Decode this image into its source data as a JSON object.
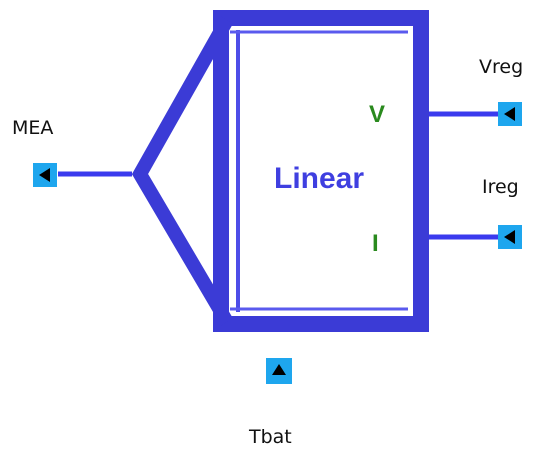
{
  "block": {
    "title": "Linear",
    "pin_v": "V",
    "pin_i": "I"
  },
  "ports": {
    "mea": "MEA",
    "vreg": "Vreg",
    "ireg": "Ireg",
    "tbat": "Tbat"
  },
  "colors": {
    "block_stroke": "#3b3bd6",
    "block_stroke_light": "#4d4de8",
    "block_fill": "#ffffff",
    "wire": "#3a3aee",
    "title": "#3f3fe0",
    "pin_label": "#2a8a1e",
    "port_fill": "#1ea6ee",
    "port_glyph": "#000000"
  },
  "icons": {
    "input_port": "triangle-left-icon",
    "output_port": "triangle-left-icon",
    "bottom_port": "triangle-up-icon"
  }
}
